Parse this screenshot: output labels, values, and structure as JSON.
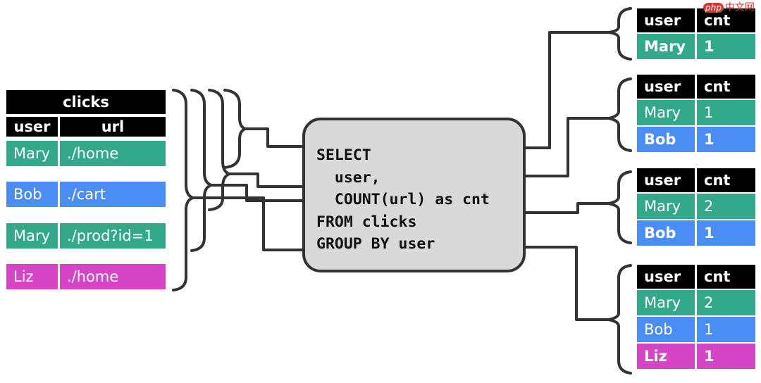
{
  "colors": {
    "header": "#000000",
    "mary": "#33a98c",
    "bob": "#4a8df5",
    "liz": "#d645c6",
    "wire": "#333333",
    "sql_box": "#d9d9d9"
  },
  "input_table": {
    "title": "clicks",
    "columns": [
      "user",
      "url"
    ],
    "rows": [
      {
        "user": "Mary",
        "url": "./home"
      },
      {
        "user": "Bob",
        "url": "./cart"
      },
      {
        "user": "Mary",
        "url": "./prod?id=1"
      },
      {
        "user": "Liz",
        "url": "./home"
      }
    ]
  },
  "query": "SELECT\n  user,\n  COUNT(url) as cnt\nFROM clicks\nGROUP BY user",
  "result_tables": [
    {
      "columns": [
        "user",
        "cnt"
      ],
      "rows": [
        {
          "user": "Mary",
          "cnt": "1"
        }
      ]
    },
    {
      "columns": [
        "user",
        "cnt"
      ],
      "rows": [
        {
          "user": "Mary",
          "cnt": "1"
        },
        {
          "user": "Bob",
          "cnt": "1"
        }
      ]
    },
    {
      "columns": [
        "user",
        "cnt"
      ],
      "rows": [
        {
          "user": "Mary",
          "cnt": "2"
        },
        {
          "user": "Bob",
          "cnt": "1"
        }
      ]
    },
    {
      "columns": [
        "user",
        "cnt"
      ],
      "rows": [
        {
          "user": "Mary",
          "cnt": "2"
        },
        {
          "user": "Bob",
          "cnt": "1"
        },
        {
          "user": "Liz",
          "cnt": "1"
        }
      ]
    }
  ],
  "watermark": {
    "badge": "php",
    "text": "中文网"
  }
}
